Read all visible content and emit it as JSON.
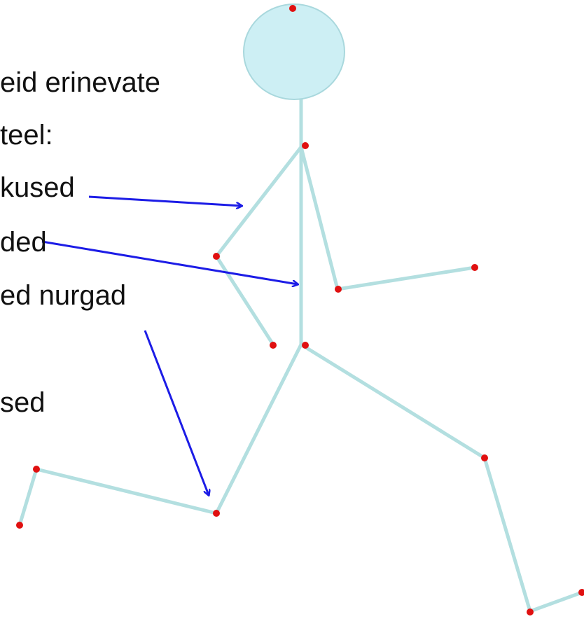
{
  "labels": [
    "eid erinevate",
    "teel:",
    "kused",
    "ded",
    "ed nurgad",
    "sed"
  ],
  "colors": {
    "limb": "#b3dfe0",
    "head_fill": "#cdeff4",
    "head_stroke": "#a9d8dd",
    "joint": "#e01010",
    "arrow": "#1c1ce6"
  }
}
